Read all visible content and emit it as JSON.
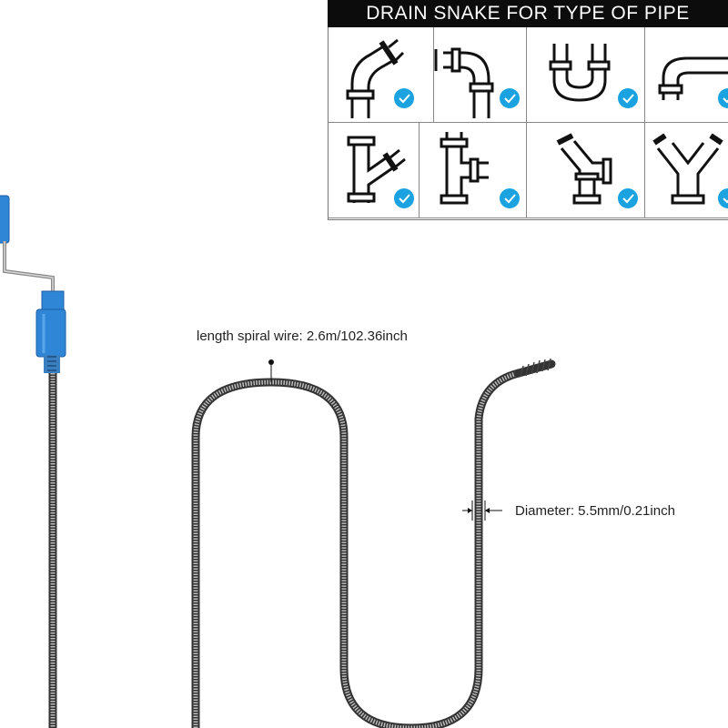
{
  "panel": {
    "title": "DRAIN SNAKE FOR TYPE OF PIPE",
    "pipe_types": [
      {
        "icon": "elbow-45-pipe-icon",
        "checked": true
      },
      {
        "icon": "elbow-90-pipe-icon",
        "checked": true
      },
      {
        "icon": "u-bend-pipe-icon",
        "checked": true
      },
      {
        "icon": "offset-pipe-icon",
        "checked": true
      },
      {
        "icon": "wye-pipe-icon",
        "checked": true
      },
      {
        "icon": "tee-pipe-icon",
        "checked": true
      },
      {
        "icon": "wye-reducer-pipe-icon",
        "checked": true
      },
      {
        "icon": "double-wye-pipe-icon",
        "checked": true
      }
    ],
    "check_color": "#1aa3e0"
  },
  "product": {
    "length_label": "length spiral wire: 2.6m/102.36inch",
    "diameter_label": "Diameter: 5.5mm/0.21inch",
    "handle_color": "#2f86d6"
  }
}
